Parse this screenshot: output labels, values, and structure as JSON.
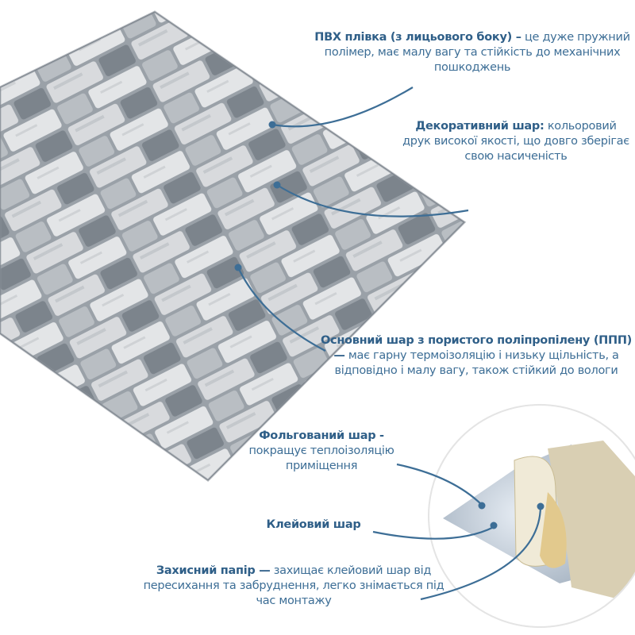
{
  "diagram": {
    "title": "3D wall panel layer structure",
    "accent_color": "#3d6e96",
    "layers": [
      {
        "title": "ПВХ плівка (з лицьового боку) –",
        "text": "це дуже пружний полімер, має малу вагу та стійкість до механічних пошкоджень"
      },
      {
        "title": "Декоративний шар:",
        "text": "кольоровий друк високої якості, що довго зберігає свою насиченість"
      },
      {
        "title": "Основний шар з пористого поліпропілену (ППП) —",
        "text": "має гарну термоізоляцію і низьку щільність, а відповідно і малу вагу, також стійкий до вологи"
      },
      {
        "title": "Фольгований шар -",
        "text": "покращує теплоізоляцію приміщення"
      },
      {
        "title": "Клейовий шар",
        "text": ""
      },
      {
        "title": "Захисний папір —",
        "text": "захищає клейовий шар від пересихання та забруднення, легко знімається під час монтажу"
      }
    ],
    "images": [
      {
        "name": "stone-panel-image",
        "description": "grey slate stone 3D panel"
      },
      {
        "name": "backing-detail-image",
        "description": "foil layer with peeling protective paper"
      }
    ]
  }
}
